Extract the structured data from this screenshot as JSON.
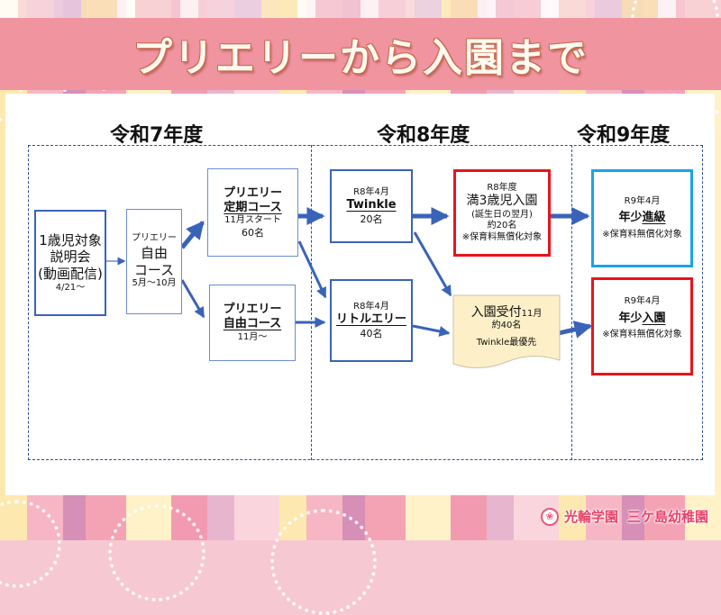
{
  "title": "プリエリーから入園まで",
  "years": [
    "令和7年度",
    "令和8年度",
    "令和9年度"
  ],
  "nodes": {
    "briefing": {
      "lines": [
        "1歳児対象",
        "説明会",
        "(動画配信)"
      ],
      "date": "4/21～"
    },
    "free_course_early": {
      "sub": "プリエリー",
      "lines": [
        "自由",
        "コース"
      ],
      "period": "5月～10月"
    },
    "regular_course": {
      "line1": "プリエリー",
      "line2": "定期コース",
      "start": "11月スタート",
      "capacity": "60名"
    },
    "free_course_late": {
      "line1": "プリエリー",
      "line2": "自由コース",
      "start": "11月～"
    },
    "twinkle": {
      "date": "R8年4月",
      "name": "Twinkle",
      "capacity": "20名"
    },
    "little_early": {
      "date": "R8年4月",
      "name": "リトルエリー",
      "capacity": "40名"
    },
    "age3_entry": {
      "date": "R8年度",
      "name": "満3歳児入園",
      "note1": "(誕生日の翌月)",
      "capacity": "約20名",
      "note2": "※保育料無償化対象"
    },
    "enrollment_reception": {
      "name": "入園受付",
      "month": "11月",
      "capacity": "約40名",
      "priority": "Twinkle最優先"
    },
    "promotion": {
      "date": "R9年4月",
      "name_plain": "年少",
      "name_underlined": "進級",
      "note": "※保育料無償化対象"
    },
    "entry": {
      "date": "R9年4月",
      "name_plain": "年少",
      "name_underlined": "入園",
      "note": "※保育料無償化対象"
    }
  },
  "footer": {
    "org": "光輪学園",
    "school": "三ケ島幼稚園",
    "logo_icon": "tulip-icon"
  },
  "colors": {
    "title_band": "#f0949f",
    "arrow": "#3a63b8",
    "red_border": "#e8141b",
    "cyan_border": "#1aa3e8",
    "doc_fill": "#fdf0c8"
  }
}
